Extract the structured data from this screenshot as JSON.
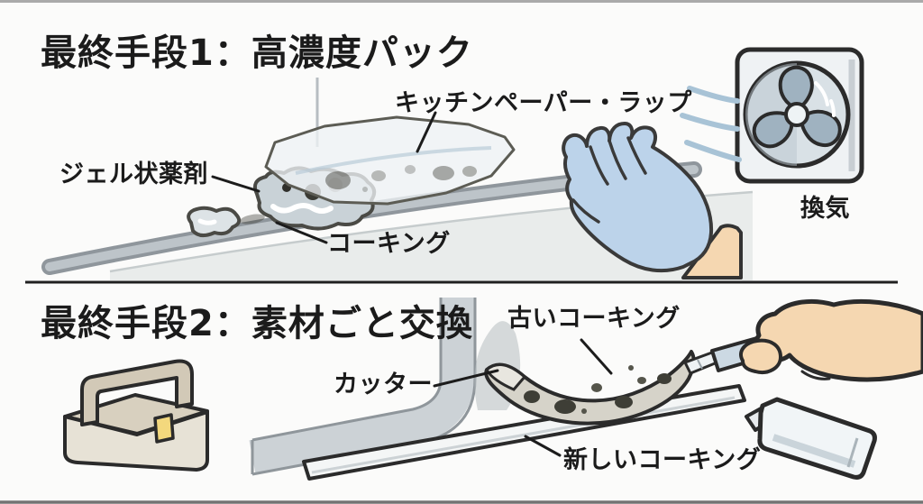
{
  "panel1": {
    "title": "最終手段1：高濃度パック",
    "labels": {
      "wrap": "キッチンペーパー・ラップ",
      "gel": "ジェル状薬剤",
      "caulk": "コーキング",
      "ventilation": "換気"
    }
  },
  "panel2": {
    "title": "最終手段2：素材ごと交換",
    "labels": {
      "old_caulk": "古いコーキング",
      "cutter": "カッター",
      "new_caulk": "新しいコーキング"
    }
  },
  "colors": {
    "background": "#fbfbfa",
    "text": "#1b1b1b",
    "outline": "#2b2b2b",
    "bead_gray": "#9aa1a7",
    "counter_gray": "#e9eceb",
    "glove_blue": "#bcd3ea",
    "skin": "#f5d7b1",
    "fan_blade": "#9fb2c0",
    "air_line": "#a8c3d6",
    "toolbox_beige": "#d8d0bf",
    "latch_yellow": "#f3d87d",
    "band_gray": "#ccd2d6",
    "cutter_body": "#ccd9e3",
    "mold_spot": "#3e3e36"
  }
}
